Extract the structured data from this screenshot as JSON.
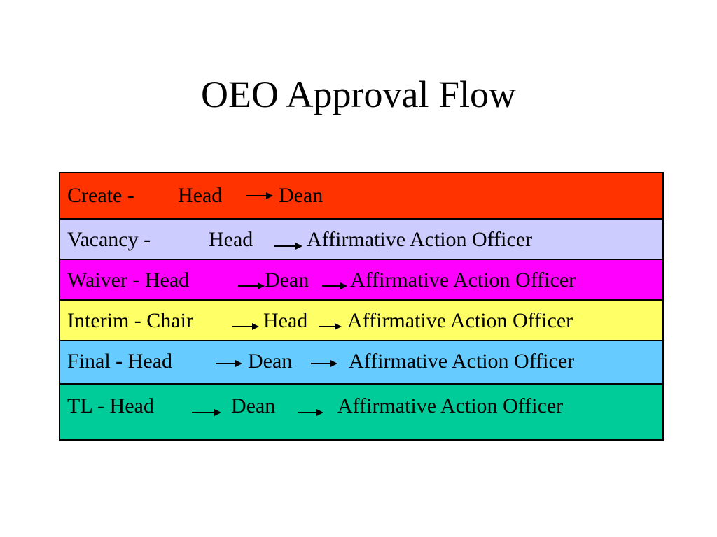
{
  "title": "OEO Approval Flow",
  "colors": {
    "create": "#FF3300",
    "vacancy": "#CCCCFF",
    "waiver": "#FF00FF",
    "interim": "#FFFF66",
    "final": "#66CCFF",
    "tl": "#00CC99"
  },
  "rows": [
    {
      "label": "Create -",
      "steps": [
        "Head",
        "Dean"
      ]
    },
    {
      "label": "Vacancy  -",
      "steps": [
        "Head",
        "Affirmative Action Officer"
      ]
    },
    {
      "label": "Waiver - Head",
      "steps": [
        "Dean",
        "Affirmative Action Officer"
      ]
    },
    {
      "label": "Interim - Chair",
      "steps": [
        "Head",
        "Affirmative Action Officer"
      ]
    },
    {
      "label": "Final - Head",
      "steps": [
        "Dean",
        "Affirmative Action Officer"
      ]
    },
    {
      "label": "TL - Head",
      "steps": [
        "Dean",
        "Affirmative Action Officer"
      ]
    }
  ]
}
